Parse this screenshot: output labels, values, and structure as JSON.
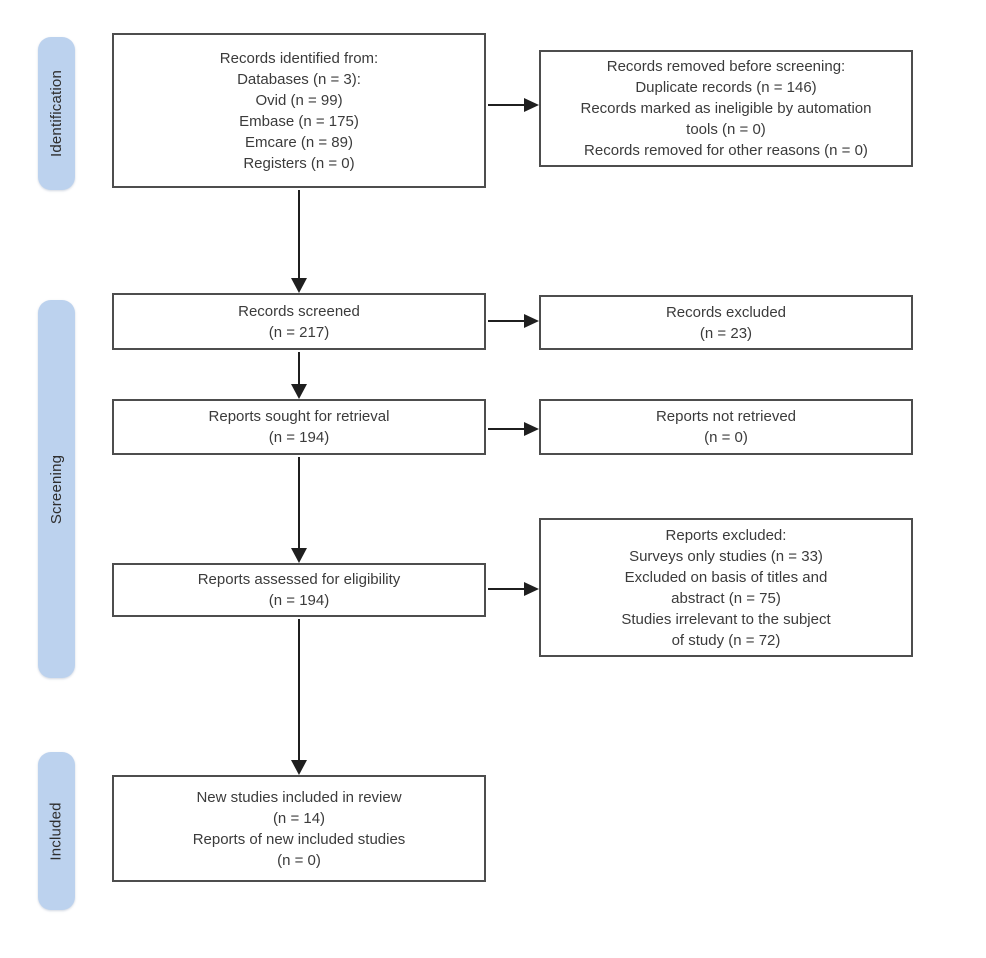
{
  "diagram_type": "prisma-flow-diagram",
  "sidebar": {
    "items": [
      {
        "id": "identification",
        "label": "Identification"
      },
      {
        "id": "screening",
        "label": "Screening"
      },
      {
        "id": "included",
        "label": "Included"
      }
    ]
  },
  "boxes": {
    "identified": {
      "text": "Records identified from:\nDatabases (n = 3):\nOvid (n = 99)\nEmbase (n = 175)\nEmcare (n = 89)\nRegisters (n = 0)"
    },
    "removed_before_screening": {
      "text": "Records removed before screening:\nDuplicate records (n = 146)\nRecords marked as ineligible by automation\ntools (n = 0)\nRecords removed for other reasons (n = 0)"
    },
    "screened": {
      "text": "Records screened\n(n = 217)"
    },
    "records_excluded": {
      "text": "Records excluded\n(n = 23)"
    },
    "sought_for_retrieval": {
      "text": "Reports sought for retrieval\n(n = 194)"
    },
    "not_retrieved": {
      "text": "Reports not retrieved\n(n = 0)"
    },
    "assessed_for_eligibility": {
      "text": "Reports assessed for eligibility\n(n = 194)"
    },
    "reports_excluded": {
      "text": "Reports excluded:\nSurveys only studies (n = 33)\nExcluded on basis of titles and\nabstract (n = 75)\nStudies irrelevant to the subject\nof study (n = 72)"
    },
    "new_studies_included": {
      "text": "New studies included in review\n(n = 14)\nReports of new included studies\n(n = 0)"
    }
  },
  "counts": {
    "databases": 3,
    "ovid": 99,
    "embase": 175,
    "emcare": 89,
    "registers": 0,
    "duplicates_removed": 146,
    "automation_ineligible": 0,
    "removed_other_reasons": 0,
    "records_screened": 217,
    "records_excluded": 23,
    "reports_sought": 194,
    "reports_not_retrieved": 0,
    "reports_assessed": 194,
    "surveys_only_excluded": 33,
    "titles_abstract_excluded": 75,
    "irrelevant_subject_excluded": 72,
    "new_studies_in_review": 14,
    "reports_of_new_studies": 0
  },
  "colors": {
    "stage_band_fill": "#bcd2ee",
    "box_border": "#4d4d4d",
    "arrow": "#1f1f1f",
    "text": "#3b3b3b",
    "background": "#ffffff"
  }
}
